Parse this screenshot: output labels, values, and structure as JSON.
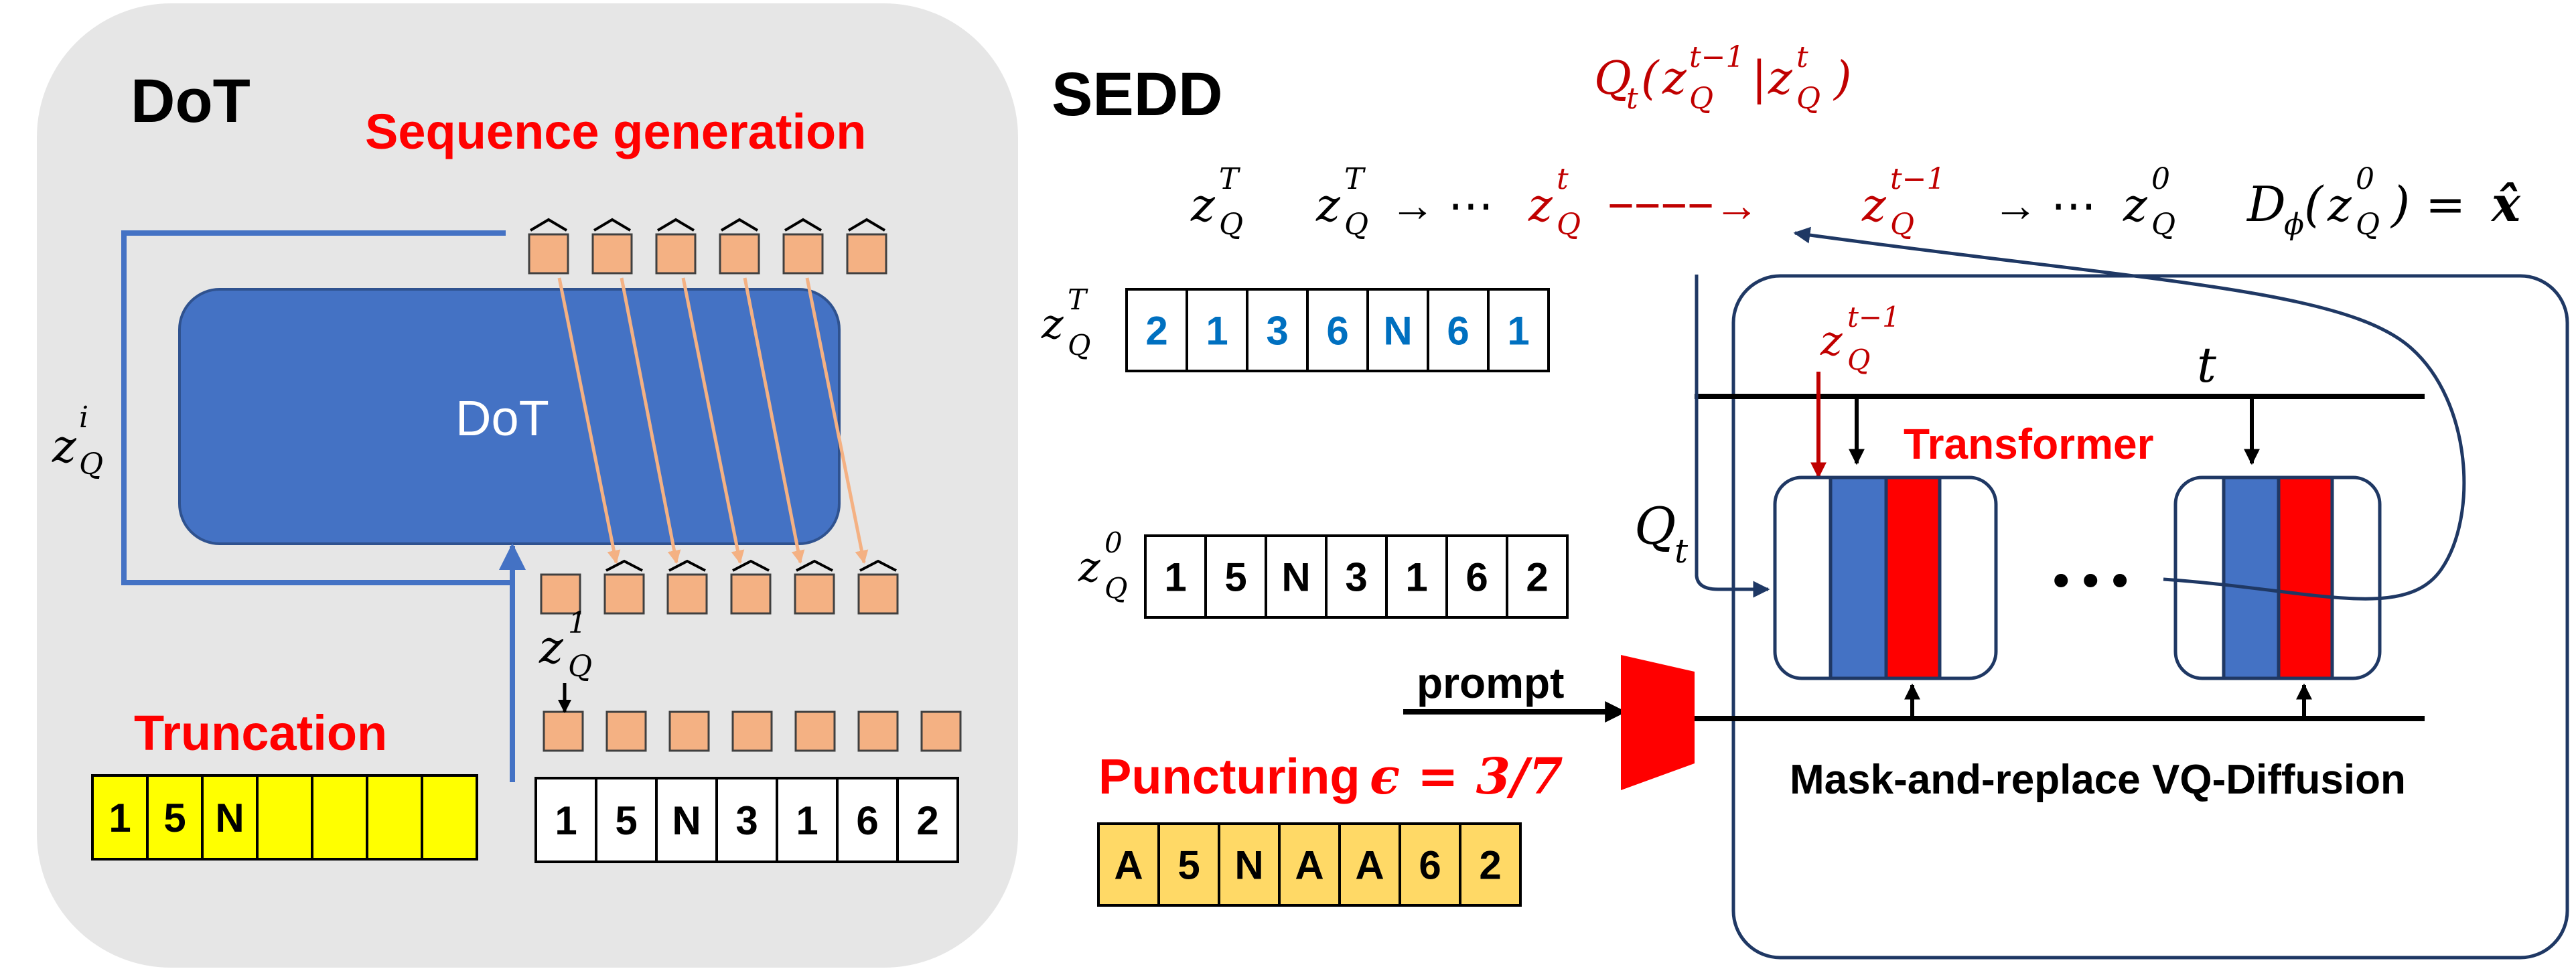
{
  "colors": {
    "panel_bg": "#e6e6e6",
    "dot_block": "#4472c4",
    "dot_line": "#4472c4",
    "token_orange": "#f4b183",
    "arrow_orange": "#f4b183",
    "accent_red": "#ff0000",
    "math_red": "#c00000",
    "digit_blue": "#0070c0",
    "truncation_yellow": "#ffff00",
    "puncture_yellow": "#ffd966",
    "navy": "#1f3864"
  },
  "dot_panel": {
    "title": "DoT",
    "sequence_generation": "Sequence generation",
    "block_label": "DoT",
    "truncation": "Truncation",
    "truncation_cells": [
      "1",
      "5",
      "N",
      "",
      "",
      "",
      ""
    ],
    "input_cells": [
      "1",
      "5",
      "N",
      "3",
      "1",
      "6",
      "2"
    ],
    "label_zi": {
      "base": "z",
      "sup": "i",
      "sub": "Q"
    },
    "label_z1": {
      "base": "z",
      "sup": "1",
      "sub": "Q"
    }
  },
  "sedd_panel": {
    "title": "SEDD",
    "q_transition": {
      "q": "Q",
      "qsub": "t",
      "open": "(",
      "z": "z",
      "zsub": "Q",
      "sup1": "t−1",
      "bar": "|",
      "sup2": "t",
      "close": ")"
    },
    "chain": {
      "first": {
        "z": "z",
        "sup": "T",
        "sub": "Q"
      },
      "second": {
        "z": "z",
        "sup": "T",
        "sub": "Q"
      },
      "arrow1": "→ ⋯",
      "zt": {
        "z": "z",
        "sup": "t",
        "sub": "Q"
      },
      "dashed": "−−−−→",
      "ztm1": {
        "z": "z",
        "sup": "t−1",
        "sub": "Q"
      },
      "arrow2": "→ ⋯",
      "z0": {
        "z": "z",
        "sup": "0",
        "sub": "Q"
      },
      "decoder": {
        "d": "D",
        "dsub": "ϕ",
        "open": "(",
        "z": "z",
        "zsup": "0",
        "zsub": "Q",
        "close": ") =",
        "xhat": "𝒙̂"
      }
    },
    "row_zT_label": {
      "z": "z",
      "sup": "T",
      "sub": "Q"
    },
    "row_zT_cells": [
      "2",
      "1",
      "3",
      "6",
      "N",
      "6",
      "1"
    ],
    "row_z0_label": {
      "z": "z",
      "sup": "0",
      "sub": "Q"
    },
    "row_z0_cells": [
      "1",
      "5",
      "N",
      "3",
      "1",
      "6",
      "2"
    ],
    "puncturing_word": "Puncturing",
    "puncturing_eq": "ϵ = 3/7",
    "puncture_cells": [
      "A",
      "5",
      "N",
      "A",
      "A",
      "6",
      "2"
    ],
    "prompt": "prompt",
    "qt_label": {
      "q": "Q",
      "sub": "t"
    },
    "t_label": "t",
    "ztm1_label": {
      "z": "z",
      "sup": "t−1",
      "sub": "Q"
    },
    "transformer": "Transformer",
    "ellipsis": "• • •",
    "vq_label": "Mask-and-replace VQ-Diffusion"
  }
}
